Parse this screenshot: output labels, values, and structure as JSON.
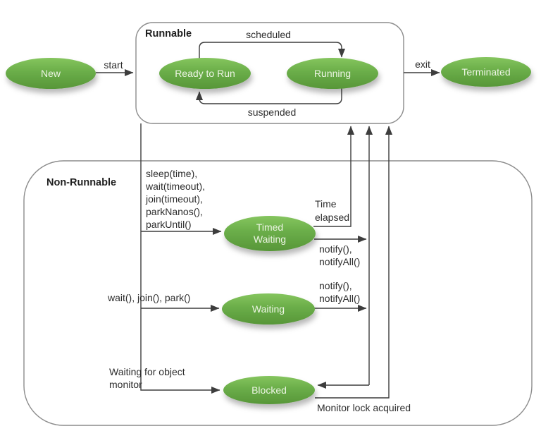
{
  "colors": {
    "node_fill_top": "#85c55e",
    "node_fill_mid": "#6aad49",
    "node_fill_bottom": "#579638",
    "node_text": "#edf5e4",
    "edge_line": "#3d3d3d",
    "container_border": "#8c8c8c",
    "label_text": "#2d2d2d",
    "background": "#ffffff"
  },
  "containers": {
    "runnable": {
      "label": "Runnable"
    },
    "non_runnable": {
      "label": "Non-Runnable"
    }
  },
  "states": {
    "new": {
      "label": "New"
    },
    "ready_to_run": {
      "label": "Ready to Run"
    },
    "running": {
      "label": "Running"
    },
    "terminated": {
      "label": "Terminated"
    },
    "timed_waiting": {
      "lines": [
        "Timed",
        "Waiting"
      ]
    },
    "waiting": {
      "label": "Waiting"
    },
    "blocked": {
      "label": "Blocked"
    }
  },
  "transitions": {
    "start": {
      "label": "start"
    },
    "exit": {
      "label": "exit"
    },
    "scheduled": {
      "label": "scheduled"
    },
    "suspended": {
      "label": "suspended"
    },
    "to_timed_waiting": {
      "lines": [
        "sleep(time),",
        "wait(timeout),",
        "join(timeout),",
        "parkNanos(),",
        "parkUntil()"
      ]
    },
    "time_elapsed": {
      "lines": [
        "Time",
        "elapsed"
      ]
    },
    "timed_waiting_notify": {
      "lines": [
        "notify(),",
        "notifyAll()"
      ]
    },
    "to_waiting": {
      "label": "wait(), join(), park()"
    },
    "waiting_notify": {
      "lines": [
        "notify(),",
        "notifyAll()"
      ]
    },
    "to_blocked": {
      "lines": [
        "Waiting for object",
        "monitor"
      ]
    },
    "monitor_lock_acquired": {
      "label": "Monitor lock acquired"
    }
  }
}
